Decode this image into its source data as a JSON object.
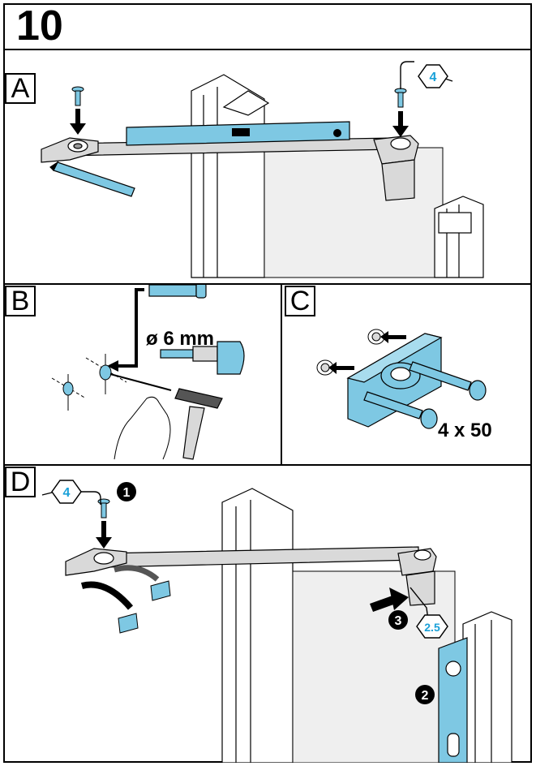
{
  "step": "10",
  "panels": {
    "a": "A",
    "b": "B",
    "c": "C",
    "d": "D"
  },
  "callouts": {
    "hex_key_size_a": "4",
    "hex_key_size_d": "4",
    "hex_key_size_small": "2.5",
    "drill_diameter": "ø 6 mm",
    "screw_size": "4 x 50",
    "seq_1": "1",
    "seq_2": "2",
    "seq_3": "3"
  },
  "colors": {
    "accent_blue": "#7ec8e3",
    "part_grey": "#d9d9d9",
    "outline": "#000000"
  }
}
